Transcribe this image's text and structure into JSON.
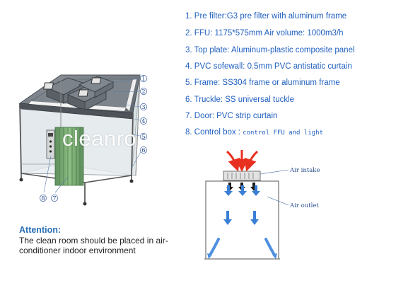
{
  "specs": [
    {
      "num": "1.",
      "text": "Pre filter:G3 pre filter with aluminum frame"
    },
    {
      "num": "2.",
      "text": "FFU: 1175*575mm Air volume: 1000m3/h"
    },
    {
      "num": "3.",
      "text": "Top plate: Aluminum-plastic composite panel"
    },
    {
      "num": "4.",
      "text": "PVC sofewall: 0.5mm PVC antistatic curtain"
    },
    {
      "num": "5.",
      "text": "Frame: SS304 frame or aluminum frame"
    },
    {
      "num": "6.",
      "text": "Truckle: SS universal tuckle"
    },
    {
      "num": "7.",
      "text": "Door: PVC strip curtain"
    },
    {
      "num": "8.",
      "text": "Control box :",
      "mono": "control FFU and light"
    }
  ],
  "callouts": [
    "1",
    "2",
    "3",
    "4",
    "5",
    "6",
    "8",
    "7"
  ],
  "airflow": {
    "intake_label": "Air intake",
    "outlet_label": "Air outlet"
  },
  "attention": {
    "title": "Attention:",
    "text": "The clean room should be placed in air-conditioner indoor environment"
  },
  "watermark": "cleanro",
  "colors": {
    "spec_text": "#1f5fbf",
    "attention_title": "#2b6fb5",
    "intake_arrow": "#e83020",
    "airflow_arrow": "#3a7fd6"
  }
}
